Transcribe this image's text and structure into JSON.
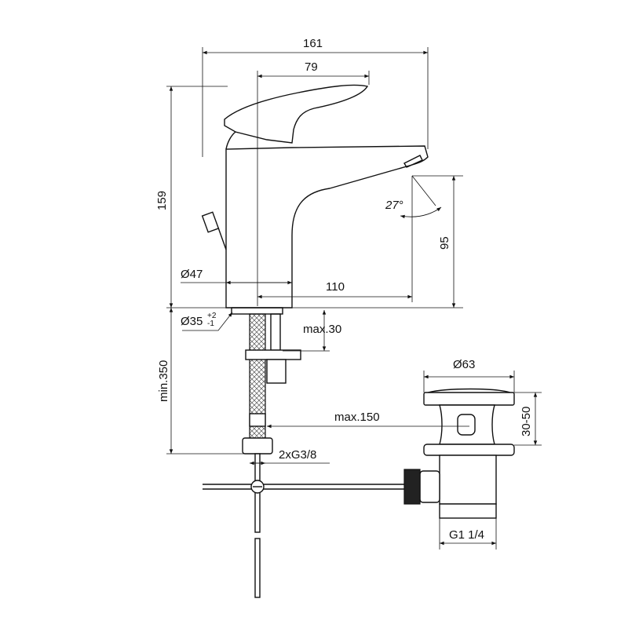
{
  "drawing": {
    "dimensions": {
      "overall_length": "161",
      "handle_length": "79",
      "overall_height": "159",
      "spout_height": "95",
      "body_diameter": "Ø47",
      "spout_reach": "110",
      "spout_angle": "27°",
      "hole_diameter": "Ø35",
      "hole_tol_plus": "+2",
      "hole_tol_minus": "-1",
      "max_deck": "max.30",
      "min_hose": "min.350",
      "max_rod": "max.150",
      "connection": "2xG3/8",
      "waste_diameter": "Ø63",
      "waste_range": "30-50",
      "waste_thread": "G1 1/4"
    }
  }
}
